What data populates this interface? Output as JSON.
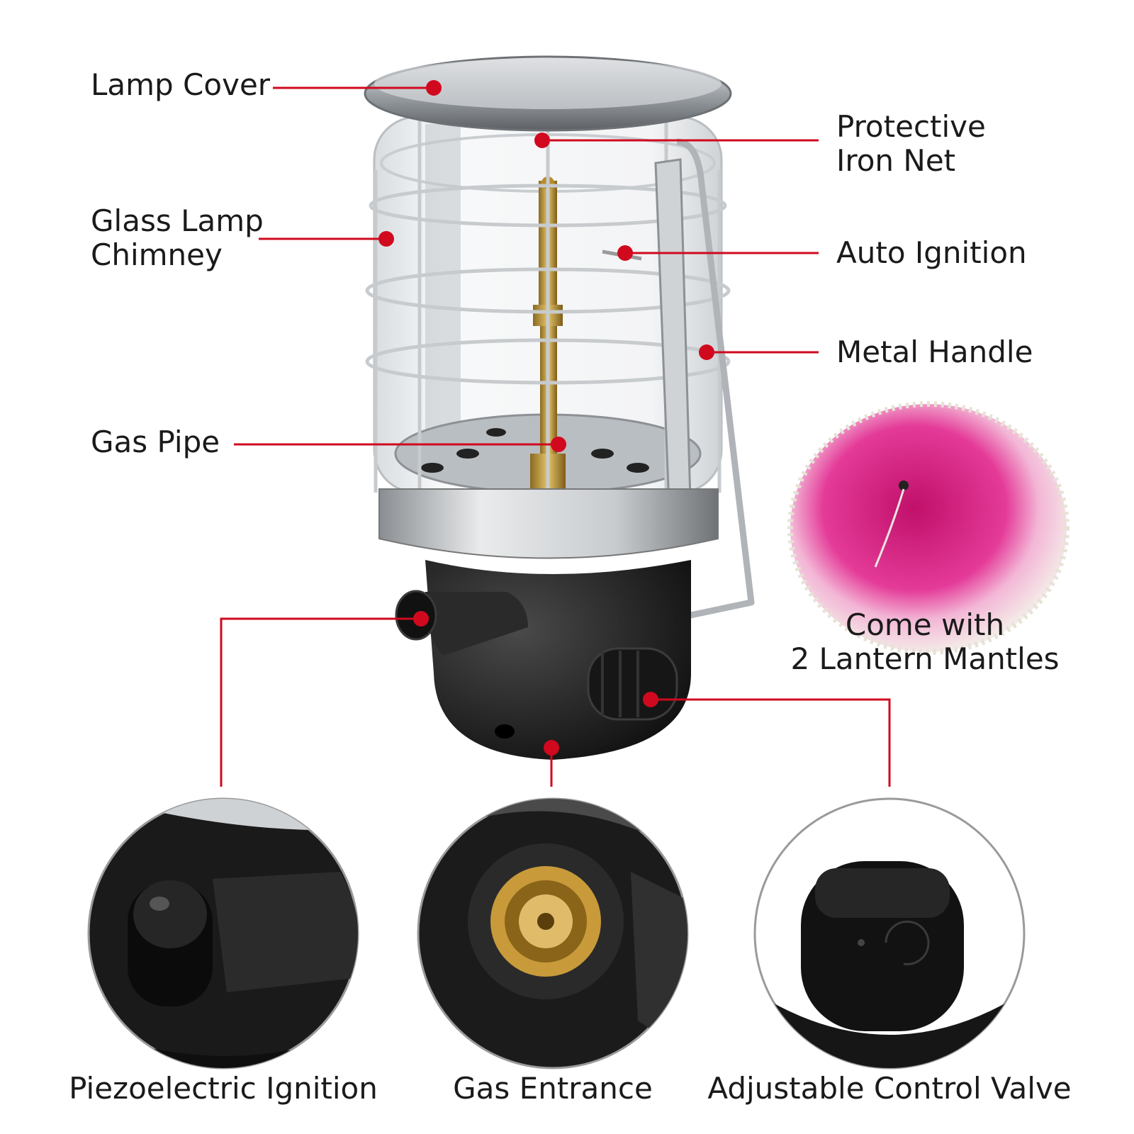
{
  "callouts": {
    "lamp_cover": "Lamp Cover",
    "glass_chimney": [
      "Glass Lamp",
      "Chimney"
    ],
    "gas_pipe": "Gas Pipe",
    "protective_net": [
      "Protective",
      "Iron Net"
    ],
    "auto_ignition": "Auto Ignition",
    "metal_handle": "Metal Handle"
  },
  "mantle_caption": [
    "Come with",
    "2 Lantern Mantles"
  ],
  "detail_captions": {
    "piezo": "Piezoelectric Ignition",
    "gas_entrance": "Gas Entrance",
    "valve": "Adjustable Control Valve"
  },
  "colors": {
    "leader": "#d0091e",
    "mantle": "#e0208a",
    "brass": "#c9a34a",
    "body": "#1c1c1c"
  }
}
